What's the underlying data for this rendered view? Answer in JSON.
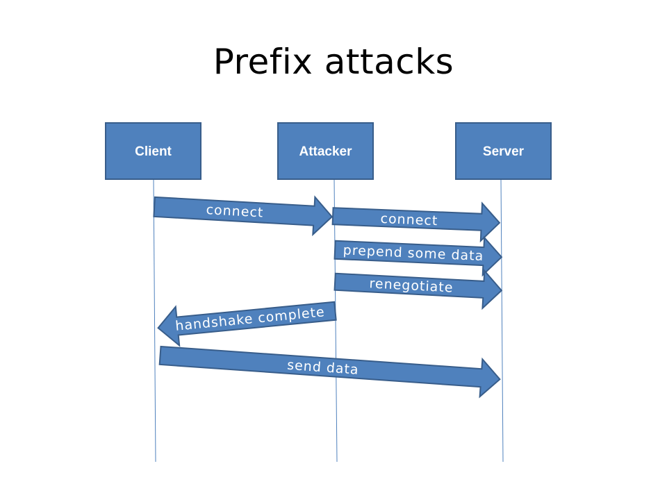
{
  "slide": {
    "title": "Prefix attacks"
  },
  "colors": {
    "box_fill": "#4f81bd",
    "box_stroke": "#385d8a",
    "lifeline": "#4f81bd"
  },
  "actors": [
    {
      "id": "client",
      "label": "Client"
    },
    {
      "id": "attacker",
      "label": "Attacker"
    },
    {
      "id": "server",
      "label": "Server"
    }
  ],
  "messages": [
    {
      "label": "connect",
      "from": "client",
      "to": "attacker"
    },
    {
      "label": "connect",
      "from": "attacker",
      "to": "server"
    },
    {
      "label": "prepend some data",
      "from": "attacker",
      "to": "server"
    },
    {
      "label": "renegotiate",
      "from": "attacker",
      "to": "server"
    },
    {
      "label": "handshake complete",
      "from": "attacker",
      "to": "client"
    },
    {
      "label": "send data",
      "from": "client",
      "to": "server"
    }
  ]
}
